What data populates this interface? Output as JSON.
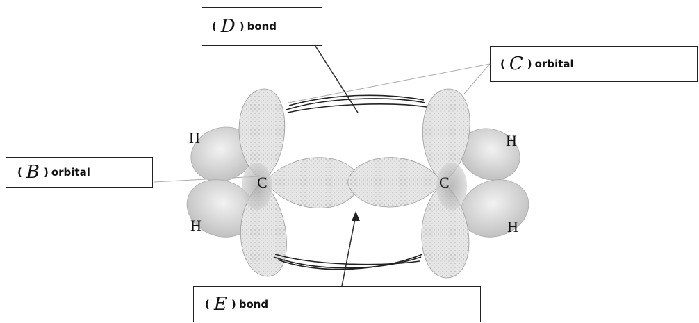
{
  "labels": {
    "box_d": {
      "letter": "D",
      "word": "bond"
    },
    "box_c": {
      "letter": "C",
      "word": "orbital"
    },
    "box_b": {
      "letter": "B",
      "word": "orbital"
    },
    "box_e": {
      "letter": "E",
      "word": "bond"
    },
    "paren_open": "(",
    "paren_close": ")"
  },
  "atoms": {
    "carbon_left": "C",
    "carbon_right": "C",
    "h_top_left": "H",
    "h_bottom_left": "H",
    "h_top_right": "H",
    "h_bottom_right": "H"
  }
}
